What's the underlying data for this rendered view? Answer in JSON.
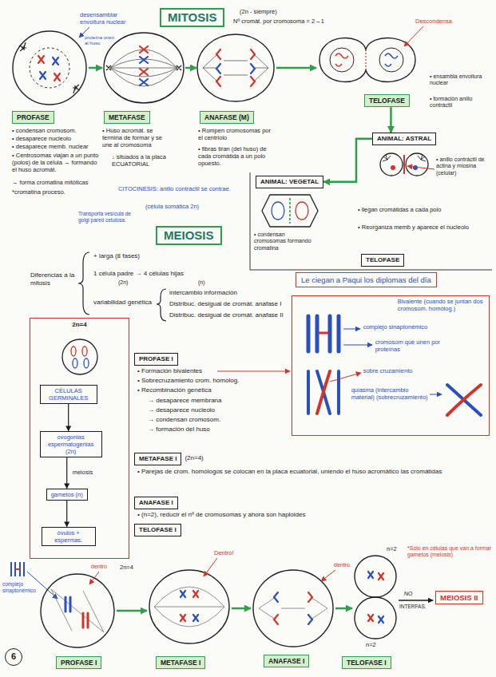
{
  "diagram": {
    "title": "MITOSIS",
    "nodes": [
      {
        "text": [
          "PROFASE"
        ]
      },
      {
        "text": [
          "METAFASE"
        ]
      },
      {
        "text": [
          "ANAFASE (M)"
        ]
      },
      {
        "text": [
          "TELOFASE"
        ]
      },
      {
        "text": [
          "ANIMAL: ASTRAL"
        ]
      },
      {
        "text": [
          "ANIMAL: VEGETAL"
        ]
      },
      {
        "text": [
          "TELOFASE"
        ]
      },
      {
        "text": [
          "MEIOSIS"
        ]
      },
      {
        "text": [
          "Le ciegan a Paqui los diplomas del día"
        ]
      },
      {
        "text": [
          "2n=4"
        ]
      },
      {
        "text": [
          "CÉLULAS GERMINALES"
        ],
        "in": 9
      },
      {
        "text": [
          "ovogonias espermatogenias (2n)"
        ],
        "in": 9
      },
      {
        "text": [
          "gametos (n)"
        ],
        "in": 9
      },
      {
        "text": [
          "óvulos + espermas."
        ],
        "in": 9
      },
      {
        "text": [
          "PROFASE I"
        ]
      },
      {
        "text": [
          "Bivalente (cuando se juntan dos cromosom. homólog.)",
          "complejo sinaptonémico",
          "cromosom que unen por proteínas",
          "sobre cruzamiento",
          "quiasma (intercambio material) (sobrecruzamiento)"
        ]
      },
      {
        "text": [
          "METAFASE I",
          "(2n=4)"
        ]
      },
      {
        "text": [
          "ANAFASE I"
        ]
      },
      {
        "text": [
          "TELOFASE I"
        ]
      },
      {
        "text": [
          "MEIOSIS II"
        ]
      },
      {
        "text": [
          "PROFASE I"
        ]
      },
      {
        "text": [
          "METAFASE I"
        ]
      },
      {
        "text": [
          "ANAFASE I"
        ]
      },
      {
        "text": [
          "TELOFASE I"
        ]
      },
      {
        "text": [
          "6"
        ]
      }
    ],
    "edges": [
      {
        "from": 3,
        "to": 4,
        "arrow": "to"
      },
      {
        "from": 4,
        "to": 5,
        "arrow": "to"
      },
      {
        "from": 10,
        "to": 11,
        "arrow": "to"
      },
      {
        "from": 11,
        "to": 12,
        "label": "meiosis",
        "arrow": "to"
      },
      {
        "from": 12,
        "to": 13,
        "arrow": "to"
      }
    ],
    "labels": [
      "desensamblar envoltura nuclear",
      "proteína unen al huso",
      "(2n - siempre)",
      "Nº cromát. por cromosoma = 2→1",
      "Descondensa",
      "• ensambla envoltura nuclear",
      "• formación anillo contráctil",
      "• condensan cromosom.",
      "• desaparece nucleolo",
      "• desaparece memb. nuclear",
      "• Centrosomas viajan a un punto (polos) de la célula → formando el huso acromát.",
      "→ forma cromatina mitóticas",
      "*cromatina proceso.",
      "• Huso acromát. se termina de formar y se une al cromosoma",
      "↓ situados a la placa ECUATORIAL",
      "• Rompen cromosomas por el centriolo",
      "• fibras tiran (del huso) de cada cromátida a un polo opuesto.",
      "CITOCINESIS: anillo contráctil se contrae.",
      "(célula somática 2n)",
      "Transporta vesícula de golgi pared celulosa.",
      "• anillo contráctil de actina y miosina (celular)",
      "• condensan cromosomas formando cromatina",
      "• llegan cromátidas a cada polo",
      "• Reorganiza memb y aparece el nucleolo",
      "Diferencias a la mitosis",
      "+ larga (8 fases)",
      "1 célula padre → 4 células hijas",
      "(2n)",
      "(n)",
      "variabilidad genética",
      "intercambio información",
      "Distribuc. desigual de cromát. anafase I",
      "Distribuc. desigual de cromát. anafase II",
      "• Formación bivalentes",
      "• Sobrecruzamiento crom. homólog.",
      "• Recombinación genética",
      "→ desaparece membrana",
      "→ desaparece nucleolo",
      "→ condensan cromosom.",
      "→ formación del huso",
      "• Parejas de crom. homólogos se colocan en la placa ecuatorial, uniendo el huso acromático las cromátidas",
      "• (n=2), reducir el nº de cromosomas y ahora son haploides",
      "complejo sinaptonémico",
      "dentro",
      "2n=4",
      "Dentro!",
      "dentro.",
      "n=2",
      "*Sólo en células que van a formar gametos (meiosis)",
      "NO",
      "INTERFAS.",
      "n=2"
    ]
  }
}
